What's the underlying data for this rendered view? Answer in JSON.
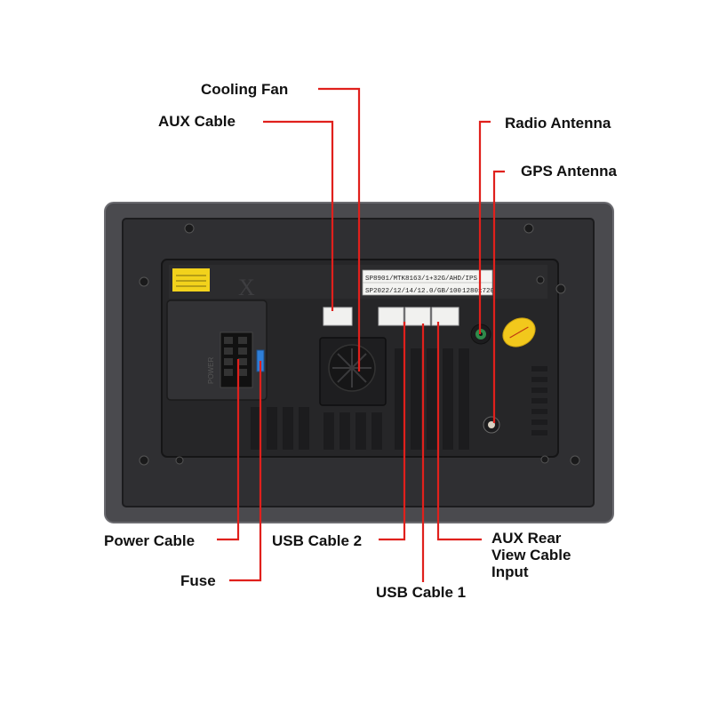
{
  "labels": {
    "cooling_fan": "Cooling Fan",
    "aux_cable": "AUX Cable",
    "radio_antenna": "Radio Antenna",
    "gps_antenna": "GPS Antenna",
    "power_cable": "Power Cable",
    "fuse": "Fuse",
    "usb_cable_2": "USB Cable 2",
    "usb_cable_1": "USB Cable 1",
    "aux_rear_view": [
      "AUX Rear",
      "View Cable",
      "Input"
    ]
  },
  "device": {
    "sticker_line1": "SP8901/MTK8163/1+32G/AHD/IPS",
    "sticker_line2": "SP2022/12/14/12.0/GB/100",
    "sticker_res": "1280x720",
    "side_text": "POWER"
  },
  "colors": {
    "leader": "#e0201c",
    "frame": "#3b3b3e",
    "body": "#2a2a2c"
  }
}
